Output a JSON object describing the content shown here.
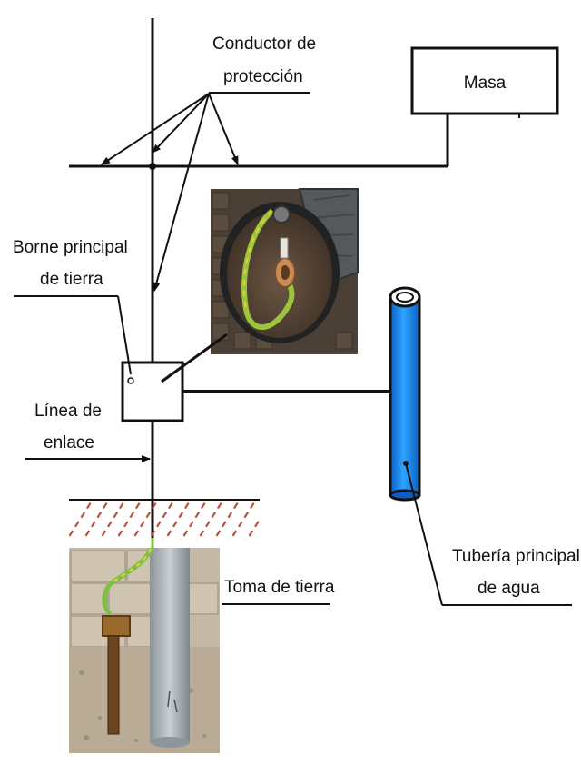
{
  "labels": {
    "conductor_line1": "Conductor de",
    "conductor_line2": "protección",
    "masa": "Masa",
    "borne_line1": "Borne principal",
    "borne_line2": "de tierra",
    "linea_line1": "Línea de",
    "linea_line2": "enlace",
    "toma": "Toma de tierra",
    "tuberia_line1": "Tubería principal",
    "tuberia_line2": "de agua"
  },
  "colors": {
    "line": "#111111",
    "pipe": "#1e90ff",
    "ground_hatch": "#b5523c",
    "earth_wire_green": "#7cc242",
    "earth_wire_yellow": "#e8d53a",
    "soil": "#5b4a3a"
  },
  "photos": {
    "inspection_box": "earth-inspection-box-photo",
    "earth_rod": "earth-rod-photo"
  }
}
